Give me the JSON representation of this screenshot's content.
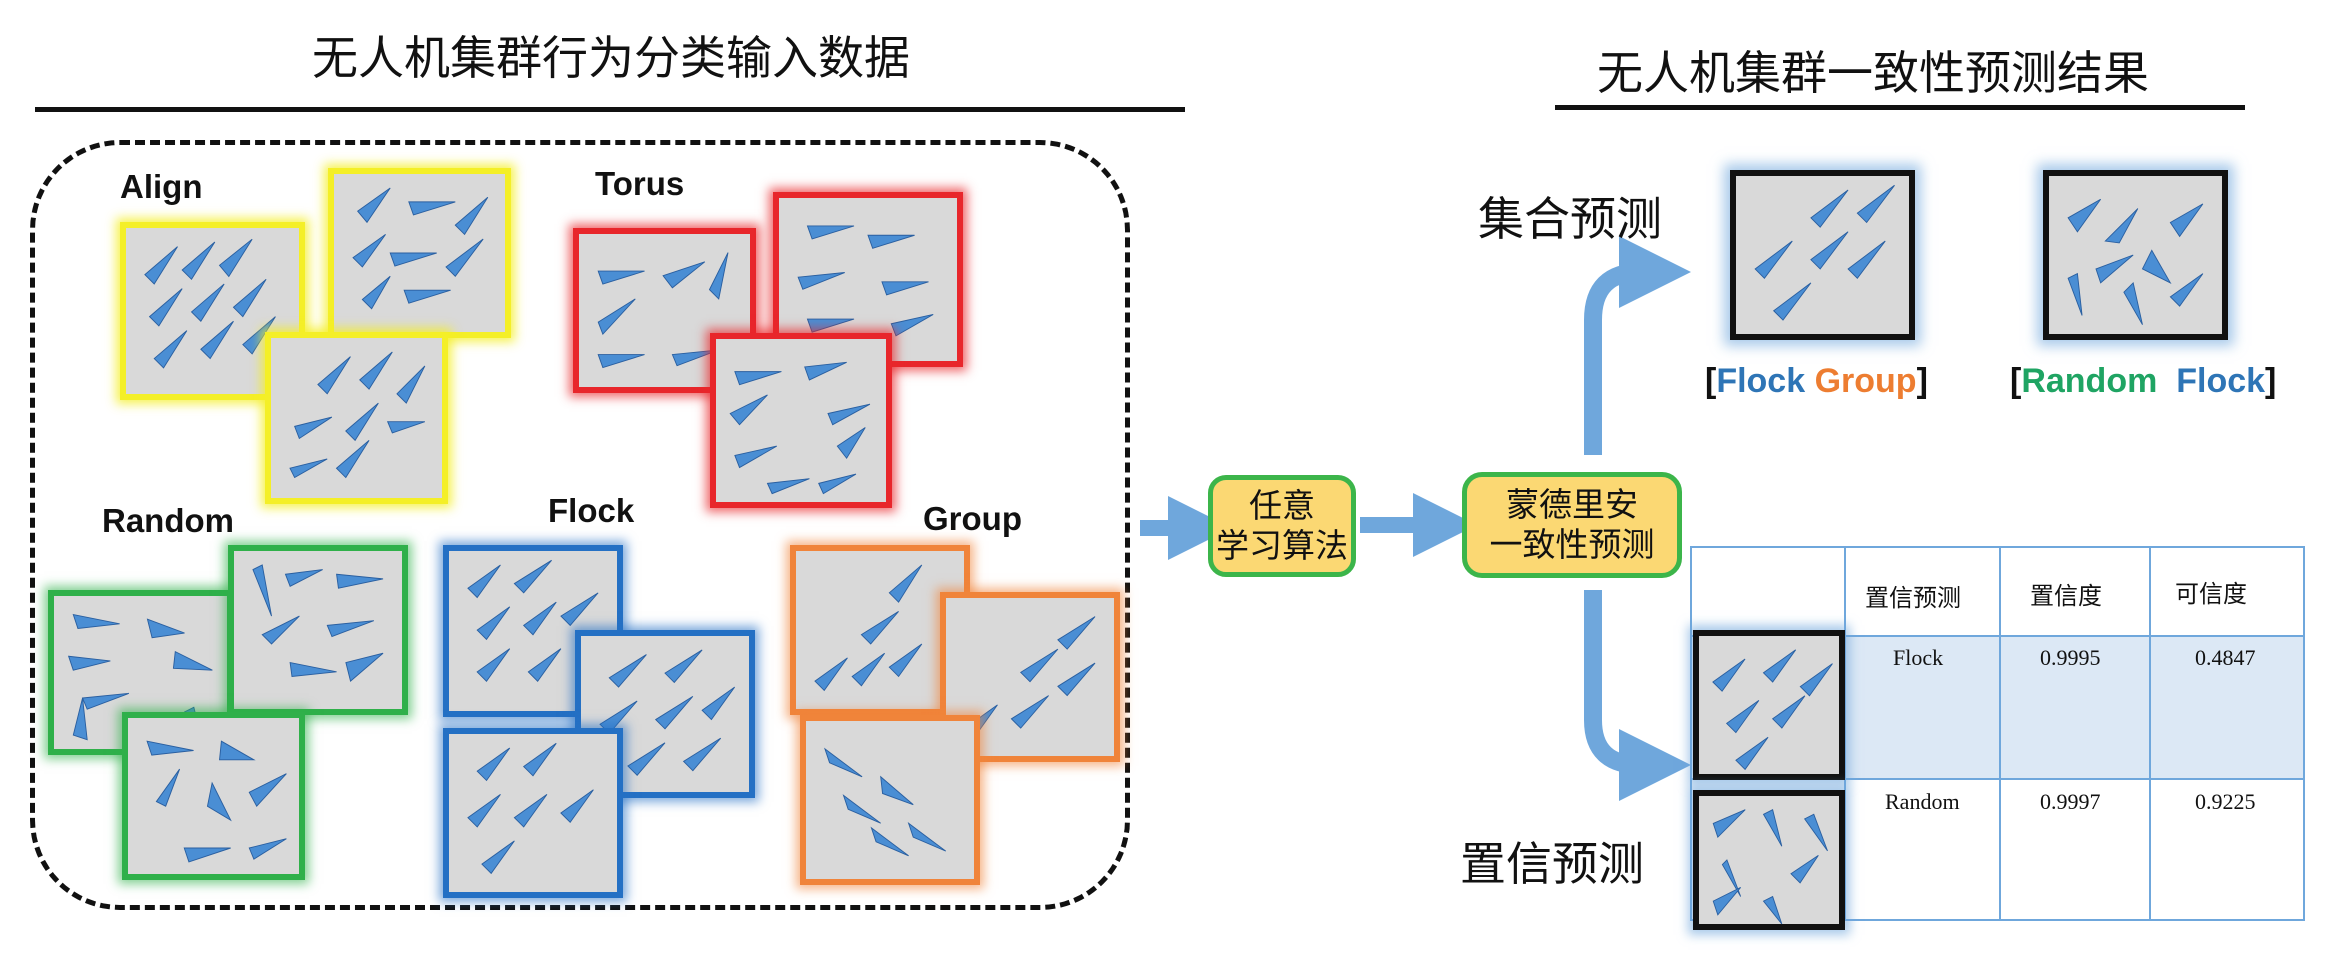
{
  "left_title": "无人机集群行为分类输入数据",
  "right_title": "无人机集群一致性预测结果",
  "categories": {
    "align": "Align",
    "torus": "Torus",
    "random": "Random",
    "flock": "Flock",
    "group": "Group"
  },
  "algo_box": {
    "line1": "任意",
    "line2": "学习算法"
  },
  "mc_box": {
    "line1": "蒙德里安",
    "line2": "一致性预测"
  },
  "set_prediction": {
    "label": "集合预测",
    "sets": [
      {
        "open": "[",
        "a": "Flock",
        "b": "Group",
        "close": "]"
      },
      {
        "open": "[",
        "a": "Random",
        "b": "Flock",
        "close": "]"
      }
    ]
  },
  "confidence_prediction": {
    "label": "置信预测",
    "headers": [
      "置信预测",
      "置信度",
      "可信度"
    ],
    "rows": [
      {
        "prediction": "Flock",
        "confidence": "0.9995",
        "credibility": "0.4847"
      },
      {
        "prediction": "Random",
        "confidence": "0.9997",
        "credibility": "0.9225"
      }
    ]
  },
  "colors": {
    "align": "#f4ef27",
    "torus": "#e8262b",
    "random": "#2fb04a",
    "flock": "#2470c4",
    "group": "#f0843a",
    "arrow": "#6fa7dc",
    "triangle": "#4a8ed4",
    "label_flock": "#2e75b6",
    "label_group": "#ed7d31",
    "label_random": "#1fa463"
  }
}
